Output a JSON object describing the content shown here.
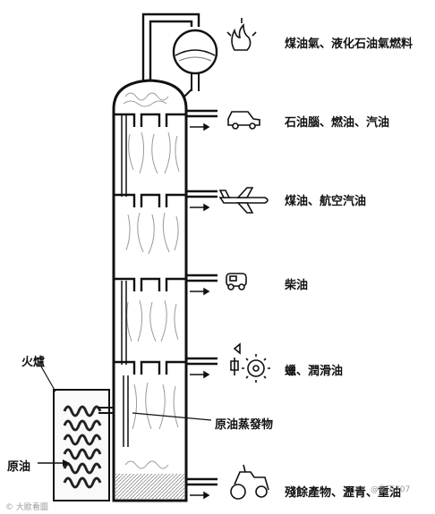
{
  "products": [
    {
      "id": "gas",
      "label": "煤油氣、液化石油氣燃料",
      "icon": "flame-icon"
    },
    {
      "id": "naphtha",
      "label": "石油腦、燃油、汽油",
      "icon": "car-icon"
    },
    {
      "id": "kerosene",
      "label": "煤油、航空汽油",
      "icon": "airplane-icon"
    },
    {
      "id": "diesel",
      "label": "柴油",
      "icon": "truck-icon"
    },
    {
      "id": "lube",
      "label": "蠟、潤滑油",
      "icon": "gear-icon"
    },
    {
      "id": "residue",
      "label": "殘餘產物、瀝青、重油",
      "icon": "roller-icon"
    }
  ],
  "labels": {
    "furnace": "火爐",
    "crude_oil": "原油",
    "vapor": "原油蒸發物"
  },
  "watermarks": {
    "left": "© 大歐看圖",
    "right": "@化工707"
  }
}
